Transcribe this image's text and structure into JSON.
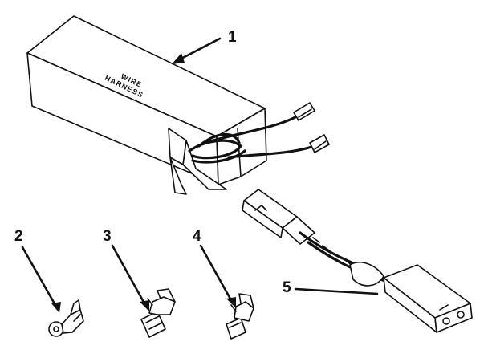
{
  "diagram": {
    "box_label_line1": "WIRE",
    "box_label_line2": "HARNESS",
    "callouts": [
      {
        "label": "1",
        "part": "wire-harness-box"
      },
      {
        "label": "2",
        "part": "ring-terminal"
      },
      {
        "label": "3",
        "part": "flag-terminal-large"
      },
      {
        "label": "4",
        "part": "flag-terminal-small"
      },
      {
        "label": "5",
        "part": "connector-harness"
      }
    ],
    "ink_color": "#111111",
    "background_color": "#ffffff"
  }
}
